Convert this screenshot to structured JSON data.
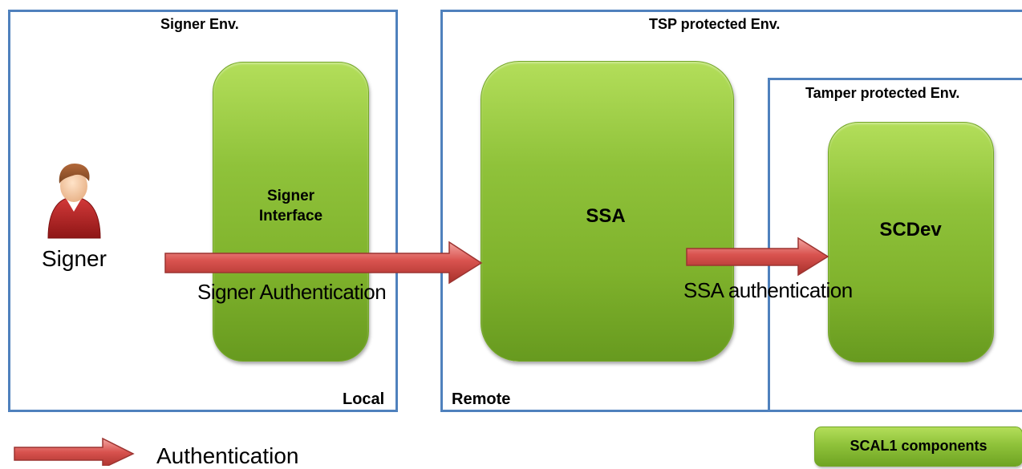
{
  "environments": {
    "signer_env": "Signer Env.",
    "tsp_env": "TSP protected Env.",
    "tamper_env": "Tamper protected Env."
  },
  "zones": {
    "local": "Local",
    "remote": "Remote"
  },
  "components": {
    "signer_interface_line1": "Signer",
    "signer_interface_line2": "Interface",
    "ssa": "SSA",
    "scdev": "SCDev"
  },
  "actor": {
    "name": "Signer",
    "icon": "user-icon"
  },
  "flows": {
    "signer_authentication": "Signer Authentication",
    "ssa_authentication": "SSA authentication"
  },
  "legend": {
    "arrow_label": "Authentication",
    "component_label": "SCAL1 components"
  },
  "colors": {
    "env_border": "#4f81bd",
    "component_green": "#8fc23a",
    "arrow_red": "#c0504d"
  }
}
